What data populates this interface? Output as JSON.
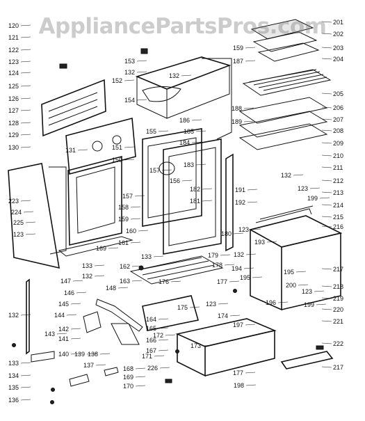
{
  "watermark": "AppliancePartsPros.com",
  "part_numbers": [
    "120",
    "121",
    "122",
    "123",
    "124",
    "125",
    "126",
    "127",
    "128",
    "129",
    "130",
    "223",
    "224",
    "225",
    "123",
    "201",
    "202",
    "203",
    "204",
    "205",
    "206",
    "207",
    "208",
    "209",
    "210",
    "159",
    "187",
    "153",
    "132",
    "132",
    "152",
    "154",
    "155",
    "186",
    "188",
    "189",
    "185",
    "151",
    "150",
    "131",
    "184",
    "183",
    "182",
    "181",
    "157",
    "156",
    "157",
    "158",
    "159",
    "160",
    "161",
    "169",
    "211",
    "123",
    "199",
    "212",
    "213",
    "214",
    "215",
    "216",
    "132",
    "191",
    "192",
    "123",
    "193",
    "180",
    "132",
    "133",
    "195",
    "200",
    "217",
    "218",
    "179",
    "178",
    "176",
    "177",
    "194",
    "195",
    "196",
    "133",
    "132",
    "147",
    "146",
    "148",
    "162",
    "163",
    "164",
    "165",
    "166",
    "167",
    "145",
    "144",
    "143",
    "142",
    "141",
    "140",
    "139",
    "138",
    "137",
    "136",
    "135",
    "134",
    "133",
    "132",
    "123",
    "199",
    "219",
    "220",
    "221",
    "222",
    "217",
    "174",
    "175",
    "197",
    "198",
    "172",
    "173",
    "177",
    "171",
    "123",
    "226",
    "168",
    "169",
    "170"
  ]
}
